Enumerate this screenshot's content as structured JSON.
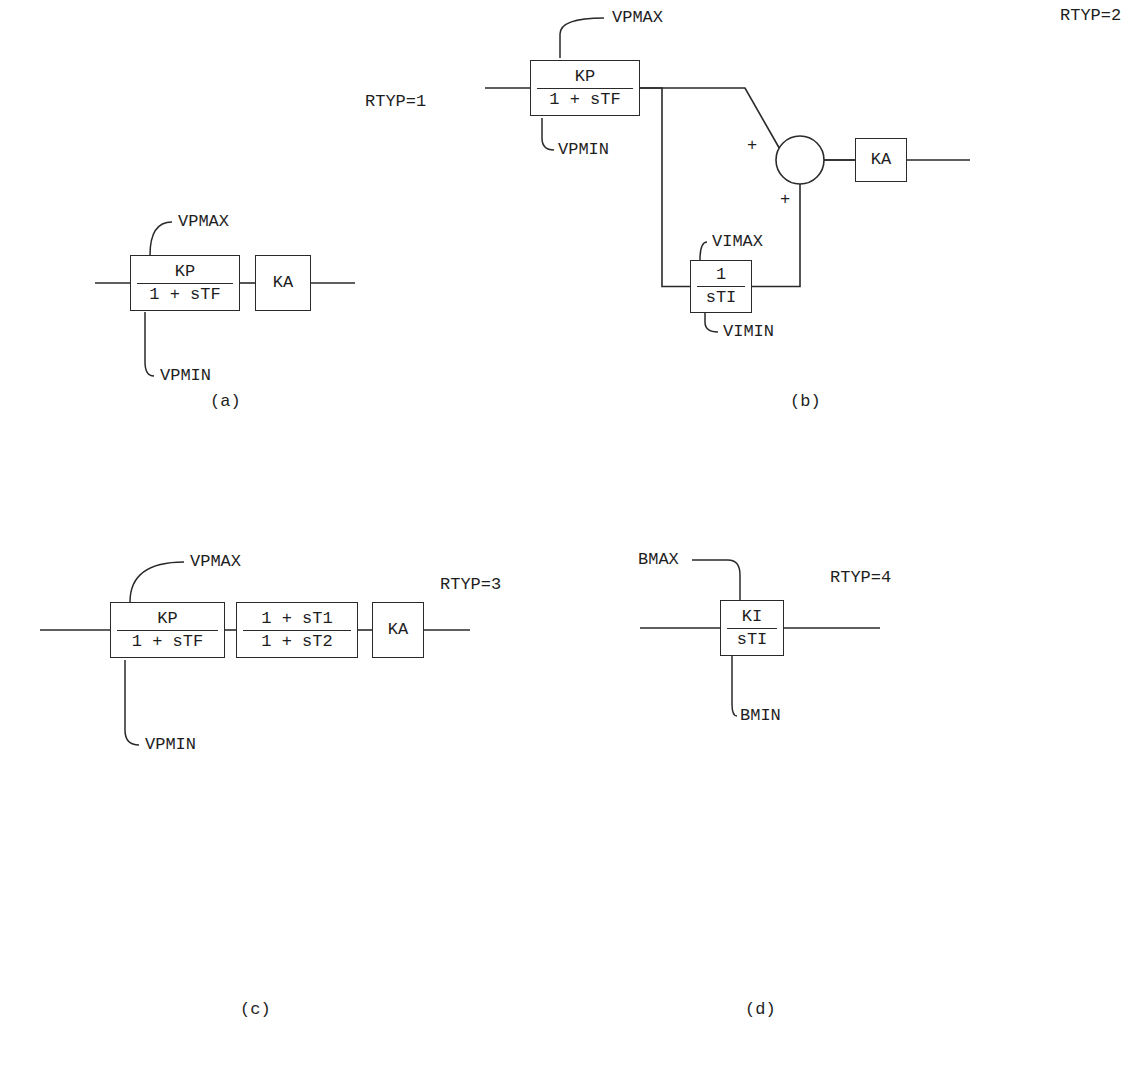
{
  "diagram": {
    "nodes": [
      {
        "text": [
          "KP",
          "1 + sTF"
        ]
      },
      {
        "text": [
          "KA"
        ]
      },
      {
        "text": [
          "KP",
          "1 + sTF"
        ]
      },
      {
        "text": [
          "1",
          "sTI"
        ]
      },
      {
        "text": [
          "KA"
        ]
      },
      {
        "text": [
          "KP",
          "1 + sTF"
        ]
      },
      {
        "text": [
          "1 + sT1",
          "1 + sT2"
        ]
      },
      {
        "text": [
          "KA"
        ]
      },
      {
        "text": [
          "KI",
          "sTI"
        ]
      }
    ],
    "edges": [
      {
        "from": 0,
        "to": 1,
        "arrow": "none"
      },
      {
        "from": 2,
        "to": 4,
        "arrow": "none"
      },
      {
        "from": 2,
        "to": 3,
        "arrow": "none"
      },
      {
        "from": 3,
        "to": 4,
        "arrow": "none"
      },
      {
        "from": 5,
        "to": 6,
        "arrow": "none"
      },
      {
        "from": 6,
        "to": 7,
        "arrow": "none"
      }
    ],
    "labels": [
      "RTYP=2",
      "VPMAX",
      "RTYP=1",
      "VPMIN",
      "+",
      "+",
      "VIMAX",
      "VIMIN",
      "VPMAX",
      "VPMIN",
      "(a)",
      "(b)",
      "VPMAX",
      "RTYP=3",
      "BMAX",
      "RTYP=4",
      "VPMIN",
      "BMIN",
      "(c)",
      "(d)"
    ]
  }
}
